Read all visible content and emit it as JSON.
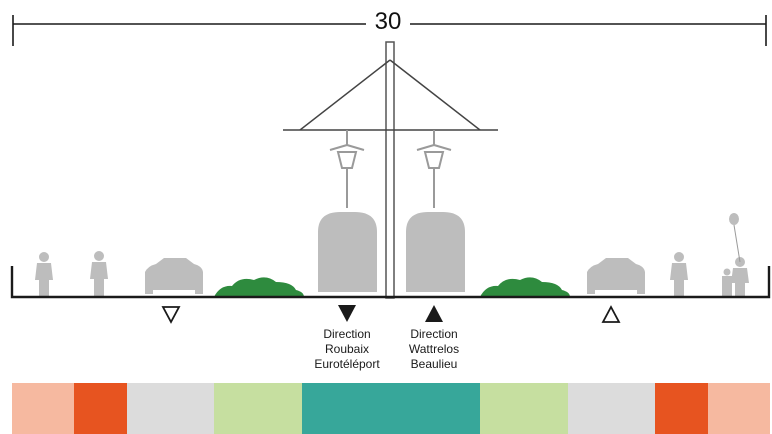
{
  "dimension": {
    "value": "30"
  },
  "directions": [
    {
      "lines": [
        "Direction",
        "Roubaix",
        "Eurotéléport"
      ]
    },
    {
      "lines": [
        "Direction",
        "Wattrelos",
        "Beaulieu"
      ]
    }
  ],
  "colors": {
    "pale_orange": "#f6b9a0",
    "orange": "#e75420",
    "light_grey": "#dcdcdc",
    "light_green": "#c6dfa0",
    "teal": "#37a79a",
    "silhouette": "#bdbdbd",
    "tree": "#2e8b3e",
    "line": "#1a1a1a"
  },
  "strips": [
    {
      "zone": "pavement",
      "color": "#f6b9a0"
    },
    {
      "zone": "cycle lane",
      "color": "#e75420"
    },
    {
      "zone": "road",
      "color": "#dcdcdc"
    },
    {
      "zone": "planting",
      "color": "#c6dfa0"
    },
    {
      "zone": "tramway",
      "color": "#37a79a"
    },
    {
      "zone": "planting",
      "color": "#c6dfa0"
    },
    {
      "zone": "road",
      "color": "#dcdcdc"
    },
    {
      "zone": "cycle lane",
      "color": "#e75420"
    },
    {
      "zone": "pavement",
      "color": "#f6b9a0"
    }
  ],
  "icons": [
    "triangle-down-outline-icon",
    "triangle-down-filled-icon",
    "triangle-up-filled-icon",
    "triangle-up-outline-icon",
    "car-icon",
    "tram-icon",
    "lamp-icon",
    "pedestrian-icon",
    "shrub-icon",
    "balloon-icon"
  ]
}
